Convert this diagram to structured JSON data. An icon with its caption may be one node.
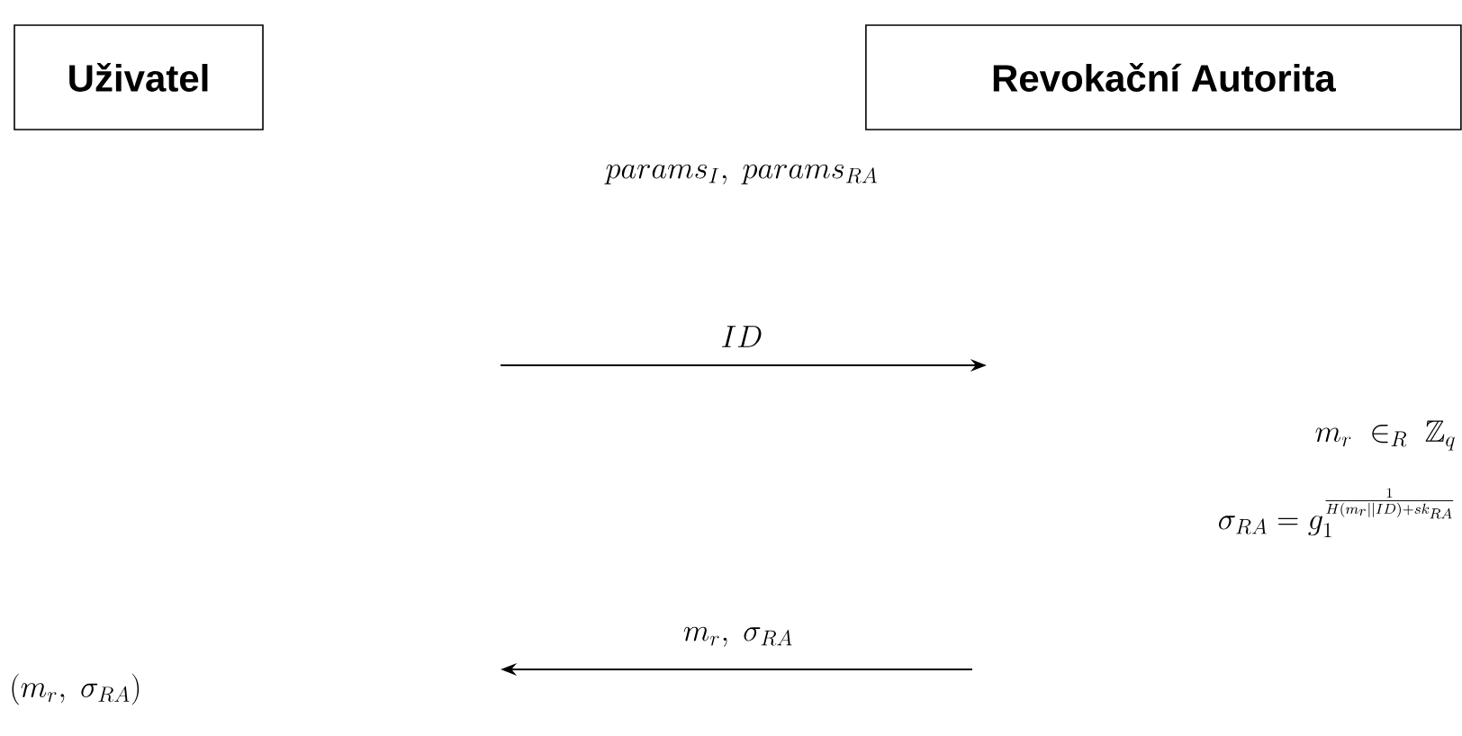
{
  "diagram": {
    "nodes": [
      {
        "text": [
          "Uživatel"
        ]
      },
      {
        "text": [
          "Revokační Autorita"
        ]
      }
    ],
    "labels": [
      "params_I,\\ params_{RA}",
      "ID",
      "m_r\\ \\in_R\\ \\mathbb{Z}_q",
      "\\sigma_{RA} = g_1^{\\frac{1}{H(m_r||ID)+sk_{RA}}}",
      "m_r,\\ \\sigma_{RA}",
      "(m_r,\\ \\sigma_{RA})"
    ]
  }
}
